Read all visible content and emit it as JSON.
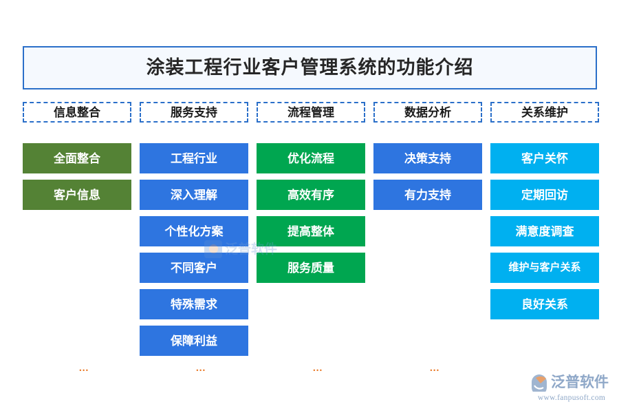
{
  "page": {
    "title": "涂装工程行业客户管理系统的功能介绍",
    "background_color": "#ffffff"
  },
  "colors": {
    "title_border": "#2a6fc9",
    "title_fill": "#f5f9fe",
    "header_border": "#2a6fc9",
    "olive_green": "#548235",
    "blue": "#2e75e0",
    "green": "#00a650",
    "cyan": "#00b0f0",
    "ellipsis_orange": "#e8711a",
    "logo_gray_blue": "#8fa8c8"
  },
  "columns": [
    {
      "header": "信息整合",
      "color": "#548235",
      "items": [
        "全面整合",
        "客户信息"
      ],
      "ellipsis": "..."
    },
    {
      "header": "服务支持",
      "color": "#2e75e0",
      "items": [
        "工程行业",
        "深入理解",
        "个性化方案",
        "不同客户",
        "特殊需求",
        "保障利益"
      ],
      "ellipsis": "..."
    },
    {
      "header": "流程管理",
      "color": "#00a650",
      "items": [
        "优化流程",
        "高效有序",
        "提高整体",
        "服务质量"
      ],
      "ellipsis": "..."
    },
    {
      "header": "数据分析",
      "color": "#2e75e0",
      "items": [
        "决策支持",
        "有力支持"
      ],
      "ellipsis": "..."
    },
    {
      "header": "关系维护",
      "color": "#00b0f0",
      "items": [
        "客户关怀",
        "定期回访",
        "满意度调查",
        "维护与客户关系",
        "良好关系"
      ],
      "ellipsis": ""
    }
  ],
  "watermark": {
    "text": "泛普软件"
  },
  "logo": {
    "name": "泛普软件",
    "url": "www.fanpusoft.com"
  }
}
